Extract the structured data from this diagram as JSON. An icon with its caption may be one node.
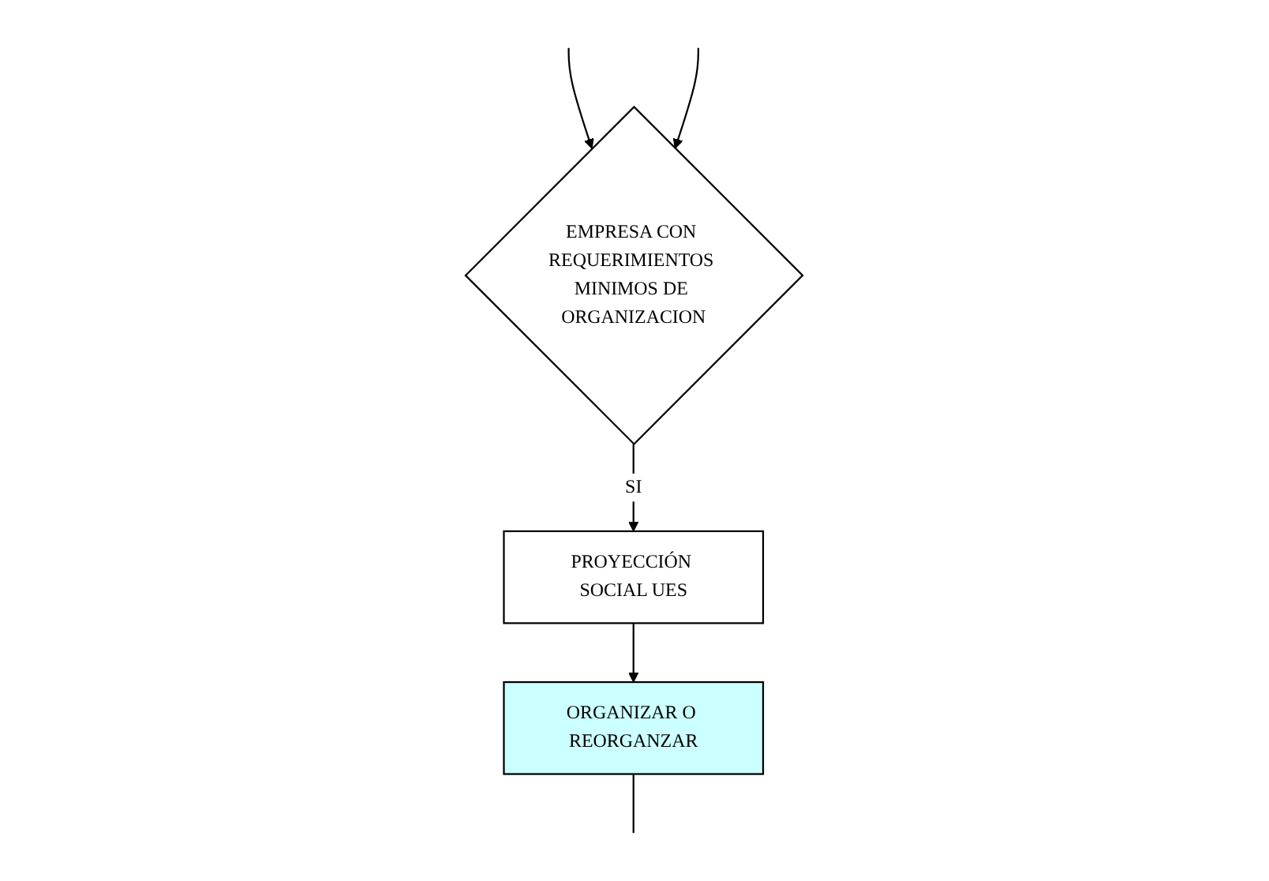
{
  "diagram": {
    "nodes": [
      {
        "text": [
          "EMPRESA CON REQUERIMIENTOS MINIMOS DE ORGANIZACION"
        ]
      },
      {
        "text": [
          "PROYECCIÓN SOCIAL UES"
        ]
      },
      {
        "text": [
          "ORGANIZAR O REORGANZAR"
        ]
      }
    ],
    "edges": [
      {
        "from": null,
        "to": 0,
        "arrow": "to"
      },
      {
        "from": null,
        "to": 0,
        "arrow": "to"
      },
      {
        "from": 0,
        "to": 1,
        "label": "SI",
        "arrow": "to"
      },
      {
        "from": 1,
        "to": 2,
        "arrow": "to"
      },
      {
        "from": 2,
        "to": null,
        "arrow": "none"
      }
    ]
  }
}
